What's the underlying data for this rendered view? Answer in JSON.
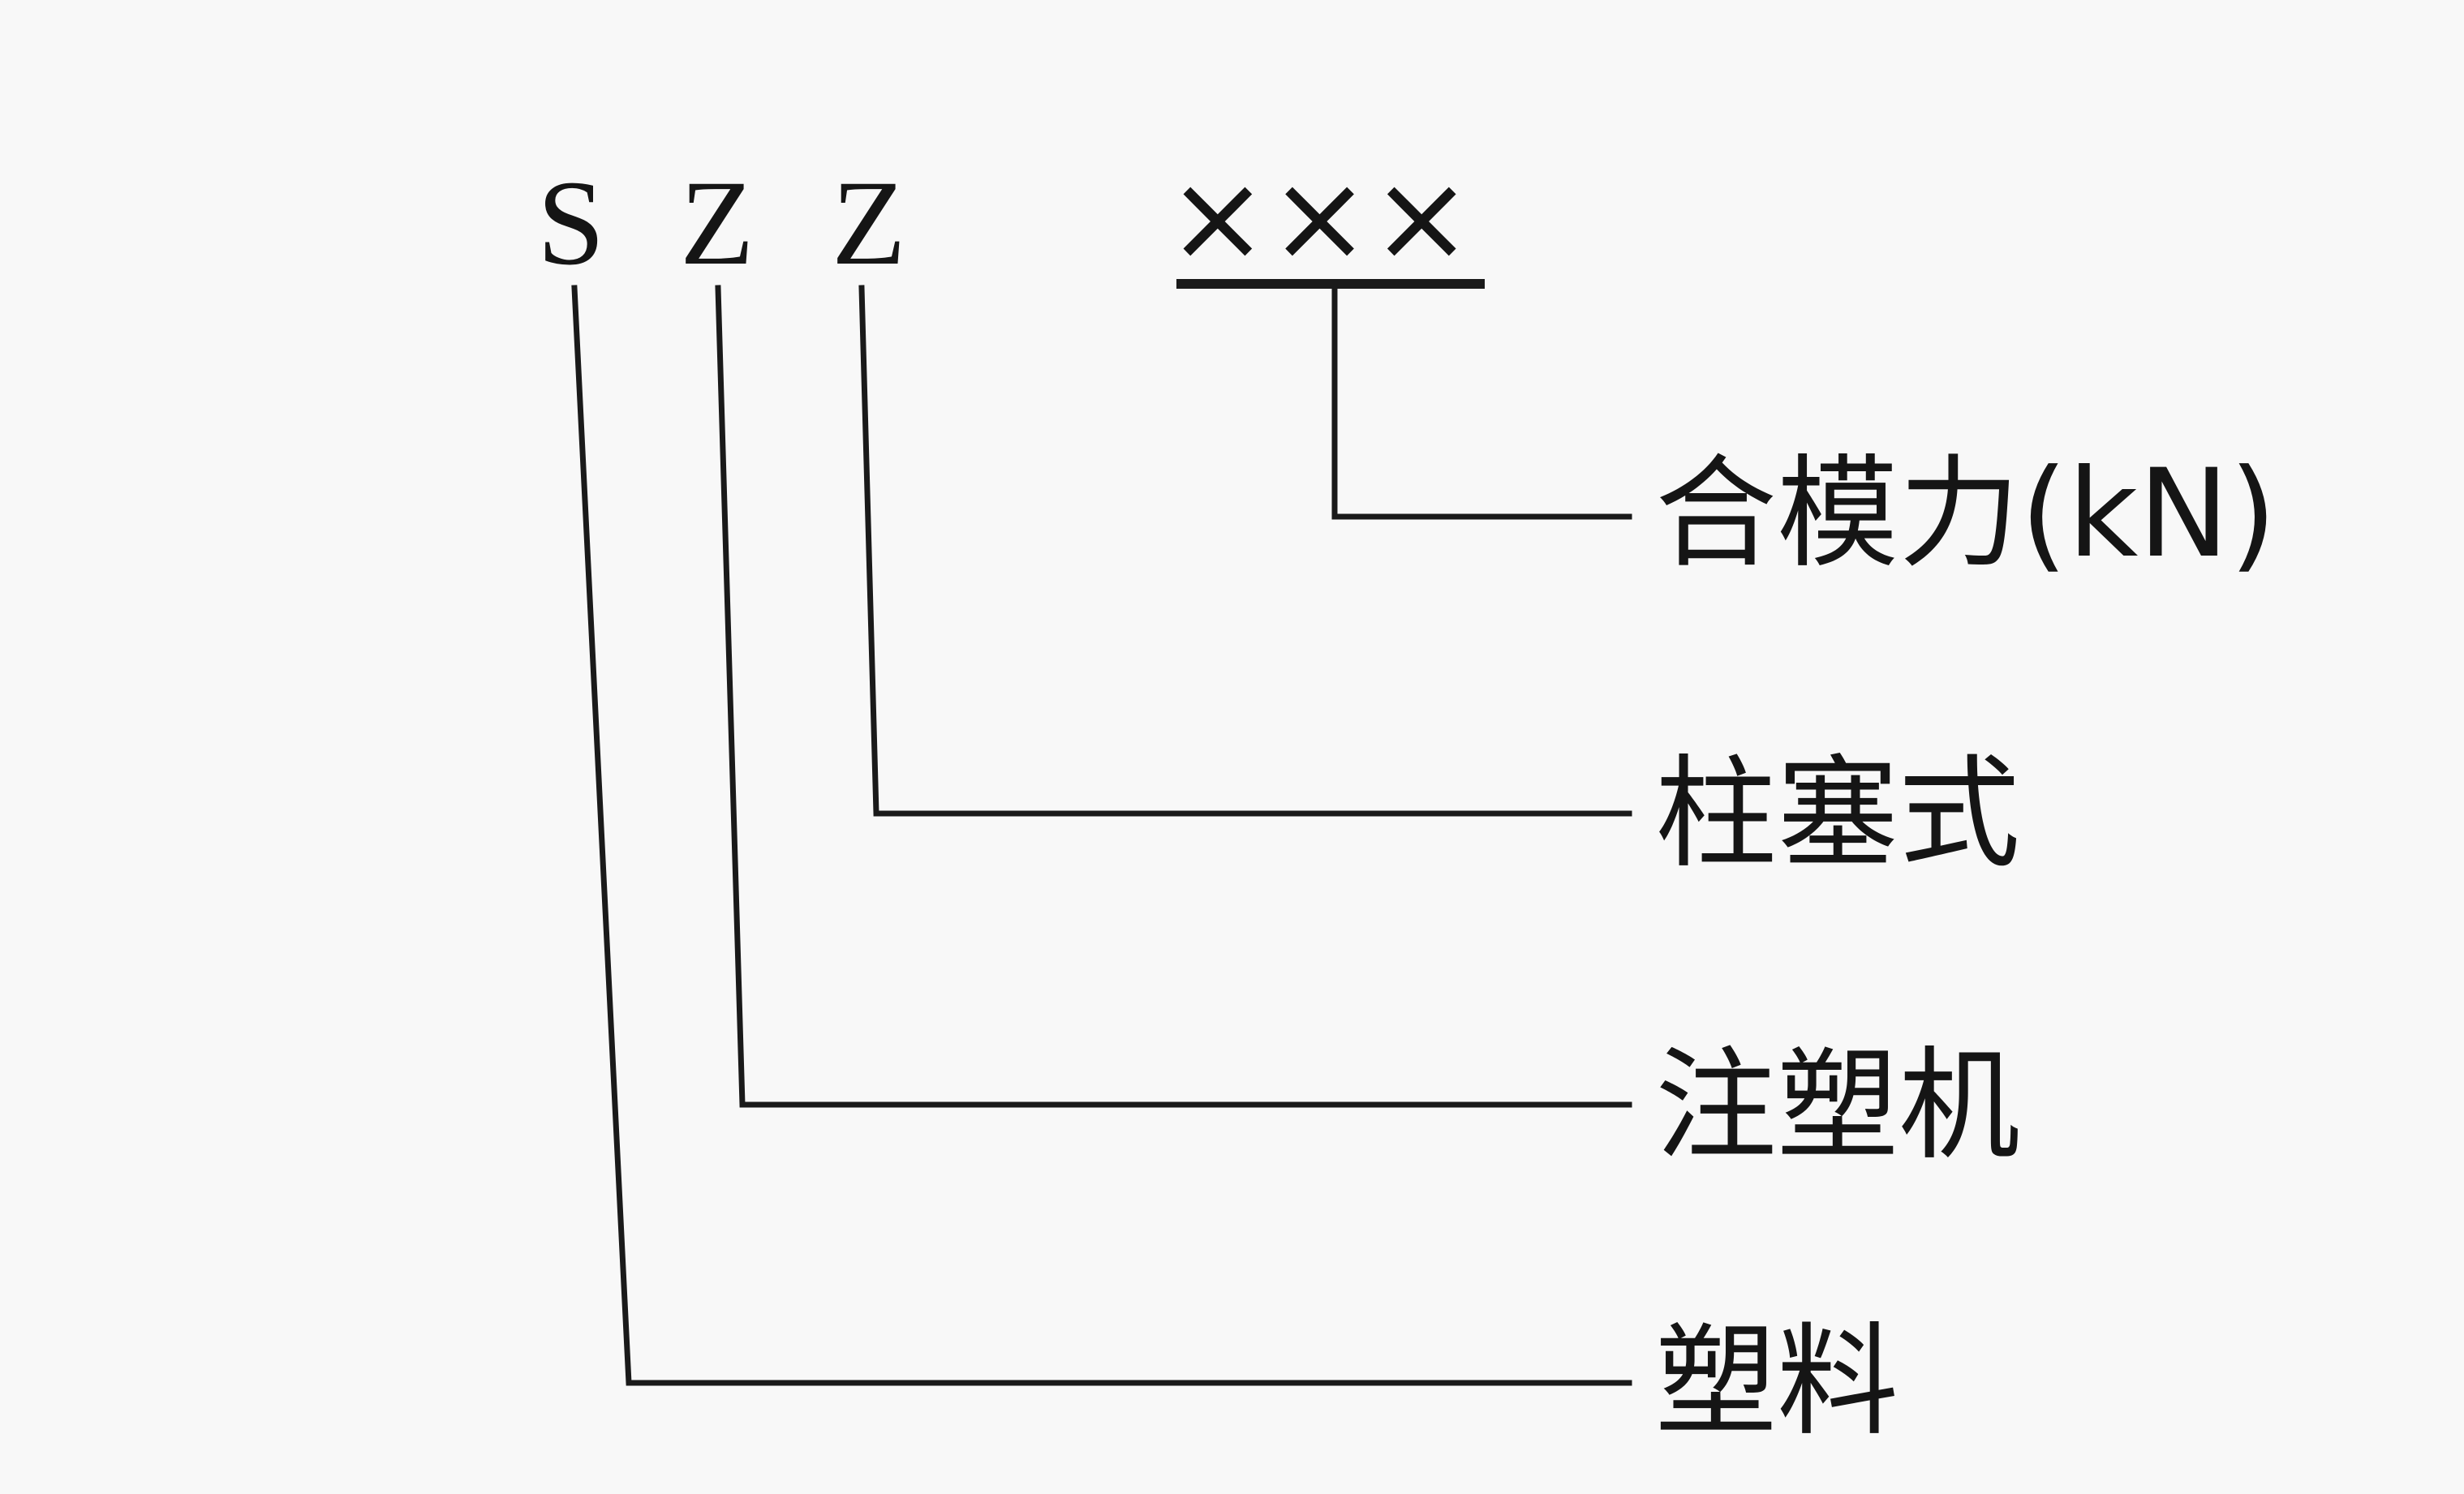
{
  "code": {
    "letters": [
      "S",
      "Z",
      "Z"
    ],
    "placeholder": "×××"
  },
  "labels": {
    "clamping_force": "合模力(kN)",
    "plunger_type": "柱塞式",
    "injection_machine": "注塑机",
    "plastic": "塑料"
  },
  "colors": {
    "ink": "#1a1a1a",
    "background": "#f8f8f8"
  }
}
